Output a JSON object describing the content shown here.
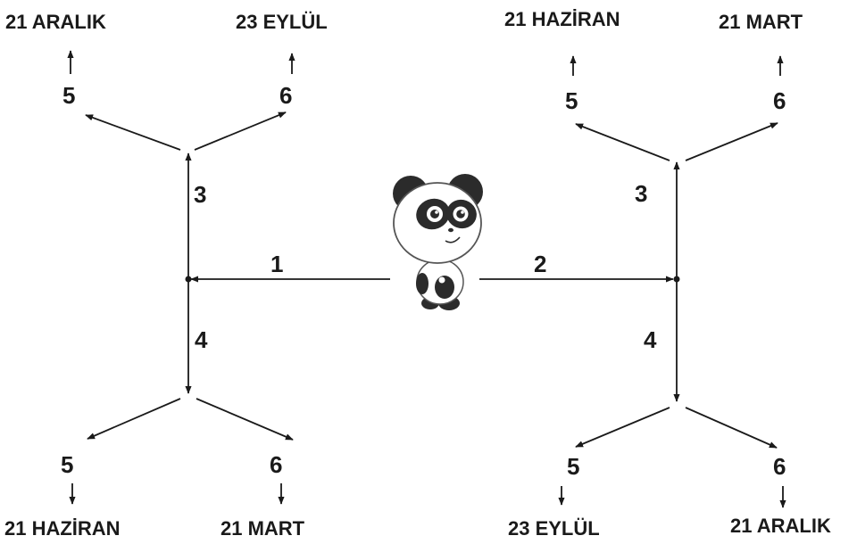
{
  "colors": {
    "ink": "#1a1a1a",
    "panda_dark": "#2b2b2b"
  },
  "left": {
    "path1": "1",
    "up_branch": "3",
    "down_branch": "4",
    "up_left": {
      "number": "5",
      "date": "21 ARALIK"
    },
    "up_right": {
      "number": "6",
      "date": "23 EYLÜL"
    },
    "down_left": {
      "number": "5",
      "date": "21 HAZİRAN"
    },
    "down_right": {
      "number": "6",
      "date": "21 MART"
    }
  },
  "right": {
    "path2": "2",
    "up_branch": "3",
    "down_branch": "4",
    "up_left": {
      "number": "5",
      "date": "21 HAZİRAN"
    },
    "up_right": {
      "number": "6",
      "date": "21 MART"
    },
    "down_left": {
      "number": "5",
      "date": "23 EYLÜL"
    },
    "down_right": {
      "number": "6",
      "date": "21 ARALIK"
    }
  },
  "center": {
    "character_icon": "panda-icon"
  }
}
